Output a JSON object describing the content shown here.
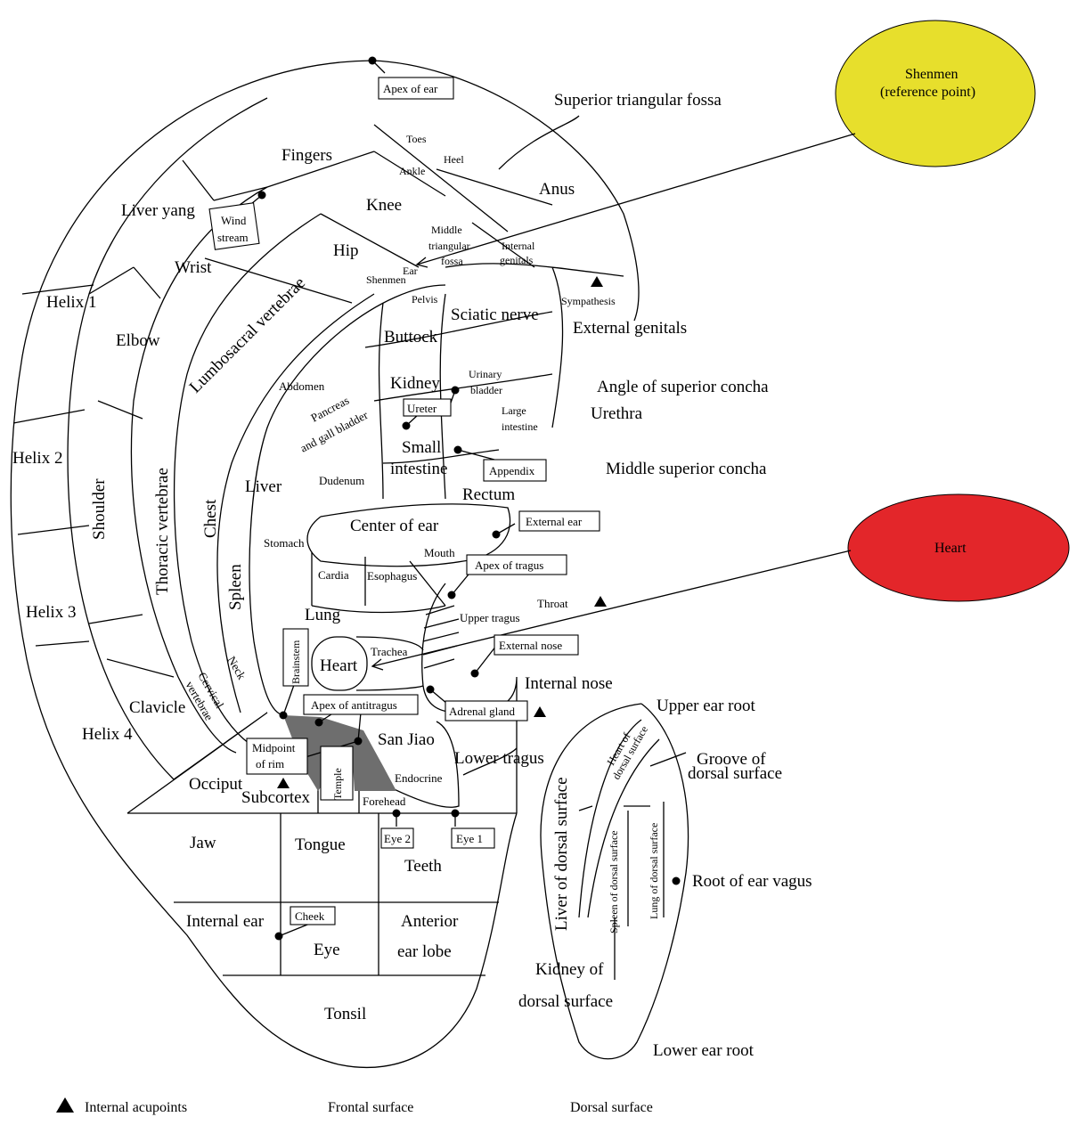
{
  "colors": {
    "shenmen_fill": "#e7df2c",
    "heart_fill": "#e3262a",
    "shaded_region": "#6e6e6e",
    "line": "#000000"
  },
  "callouts": {
    "shenmen_line1": "Shenmen",
    "shenmen_line2": "(reference point)",
    "heart": "Heart"
  },
  "frontal": {
    "apex_of_ear": "Apex of ear",
    "superior_triangular_fossa": "Superior triangular fossa",
    "toes": "Toes",
    "heel": "Heel",
    "ankle": "Ankle",
    "fingers": "Fingers",
    "anus": "Anus",
    "knee": "Knee",
    "liver_yang": "Liver yang",
    "wind_stream_1": "Wind",
    "wind_stream_2": "stream",
    "middle_tri_1": "Middle",
    "middle_tri_2": "triangular",
    "middle_tri_3": "fossa",
    "internal_genitals_1": "Internal",
    "internal_genitals_2": "genitals",
    "hip": "Hip",
    "wrist": "Wrist",
    "ear_shenmen_1": "Ear",
    "ear_shenmen_2": "Shenmen",
    "pelvis": "Pelvis",
    "sympathesis": "Sympathesis",
    "helix1": "Helix 1",
    "elbow": "Elbow",
    "lumbosacral": "Lumbosacral vertebrae",
    "sciatic": "Sciatic nerve",
    "external_genitals": "External genitals",
    "buttock": "Buttock",
    "abdomen": "Abdomen",
    "kidney": "Kidney",
    "urinary_1": "Urinary",
    "urinary_2": "bladder",
    "angle_sup_concha": "Angle of superior concha",
    "pancreas_1": "Pancreas",
    "pancreas_2": "and gall bladder",
    "ureter": "Ureter",
    "large_int_1": "Large",
    "large_int_2": "intestine",
    "urethra": "Urethra",
    "helix2": "Helix 2",
    "shoulder": "Shoulder",
    "thoracic": "Thoracic vertebrae",
    "chest": "Chest",
    "small_int_1": "Small",
    "small_int_2": "intestine",
    "appendix": "Appendix",
    "middle_sup_concha": "Middle superior concha",
    "liver": "Liver",
    "dudenum": "Dudenum",
    "rectum": "Rectum",
    "center_of_ear": "Center of ear",
    "external_ear": "External ear",
    "stomach": "Stomach",
    "spleen": "Spleen",
    "mouth": "Mouth",
    "apex_of_tragus": "Apex of tragus",
    "cardia": "Cardia",
    "esophagus": "Esophagus",
    "throat": "Throat",
    "helix3": "Helix 3",
    "lung": "Lung",
    "upper_tragus": "Upper tragus",
    "brainstem": "Brainstem",
    "trachea": "Trachea",
    "external_nose": "External nose",
    "heart_inner": "Heart",
    "neck": "Neck",
    "cervical_1": "Cervical",
    "cervical_2": "vertebrae",
    "internal_nose": "Internal nose",
    "clavicle": "Clavicle",
    "apex_antitragus": "Apex of antitragus",
    "adrenal": "Adrenal gland",
    "helix4": "Helix 4",
    "midpoint_1": "Midpoint",
    "midpoint_2": "of rim",
    "san_jiao": "San Jiao",
    "lower_tragus": "Lower tragus",
    "occiput": "Occiput",
    "temple": "Temple",
    "endocrine": "Endocrine",
    "subcortex": "Subcortex",
    "forehead": "Forehead",
    "jaw": "Jaw",
    "tongue": "Tongue",
    "eye2": "Eye 2",
    "eye1": "Eye 1",
    "teeth": "Teeth",
    "internal_ear": "Internal ear",
    "cheek": "Cheek",
    "anterior_1": "Anterior",
    "anterior_2": "ear lobe",
    "eye": "Eye",
    "tonsil": "Tonsil"
  },
  "dorsal": {
    "upper_ear_root": "Upper ear root",
    "groove_1": "Groove of",
    "groove_2": "dorsal surface",
    "heart_dorsal_1": "Heart of",
    "heart_dorsal_2": "dorsal surface",
    "liver_dorsal": "Liver of dorsal surface",
    "spleen_dorsal": "Spleen of dorsal surface",
    "lung_dorsal": "Lung of dorsal surface",
    "root_vagus": "Root of ear vagus",
    "kidney_dorsal_1": "Kidney of",
    "kidney_dorsal_2": "dorsal surface",
    "lower_ear_root": "Lower ear root"
  },
  "legend": {
    "internal": "Internal acupoints",
    "frontal": "Frontal surface",
    "dorsal": "Dorsal surface"
  }
}
